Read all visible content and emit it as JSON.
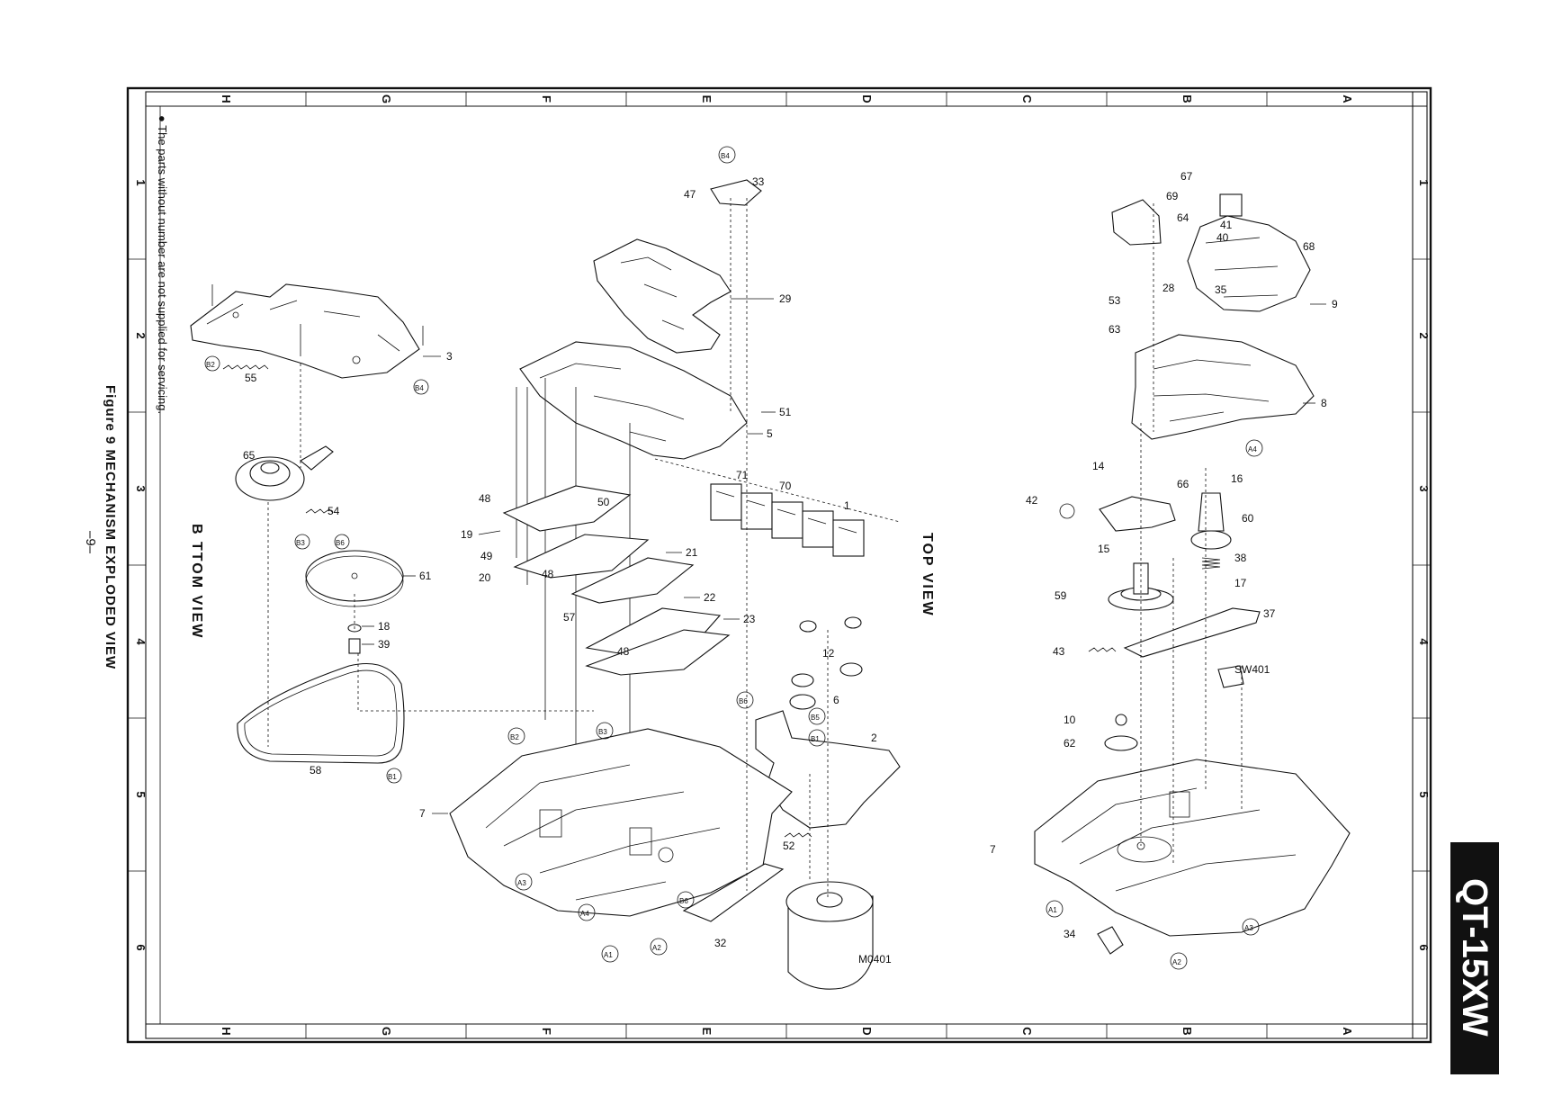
{
  "document": {
    "model_badge": "QT-15XW",
    "figure_title": "Figure 9 MECHANISM EXPLODED VIEW",
    "page_number": "–9–",
    "note": "● The parts without number are not supplied for servicing.",
    "bottom_view_label": "B TTOM VIEW",
    "top_view_label": "TOP VIEW"
  },
  "grid": {
    "letters": [
      "H",
      "G",
      "F",
      "E",
      "D",
      "C",
      "B",
      "A"
    ],
    "numbers": [
      "1",
      "2",
      "3",
      "4",
      "5",
      "6"
    ]
  },
  "callouts": {
    "bottom_view": [
      "3",
      "55",
      "65",
      "54",
      "61",
      "18",
      "39",
      "58"
    ],
    "bottom_view_refs": [
      "B2",
      "B4",
      "B3",
      "B6",
      "B1"
    ],
    "center": [
      "33",
      "47",
      "29",
      "51",
      "5",
      "71",
      "70",
      "1",
      "48",
      "19",
      "49",
      "20",
      "50",
      "21",
      "48",
      "22",
      "23",
      "57",
      "48",
      "12",
      "6",
      "2",
      "7",
      "52",
      "32",
      "M0401"
    ],
    "center_refs": [
      "B4",
      "B2",
      "B3",
      "B6",
      "B5",
      "B1",
      "A3",
      "A4",
      "A1",
      "A2",
      "B6"
    ],
    "right": [
      "67",
      "69",
      "64",
      "41",
      "40",
      "68",
      "53",
      "28",
      "35",
      "9",
      "63",
      "8",
      "14",
      "66",
      "16",
      "42",
      "60",
      "15",
      "38",
      "17",
      "59",
      "37",
      "43",
      "SW401",
      "10",
      "62",
      "7",
      "34"
    ],
    "right_refs": [
      "A4",
      "A1",
      "A2",
      "A3"
    ]
  }
}
